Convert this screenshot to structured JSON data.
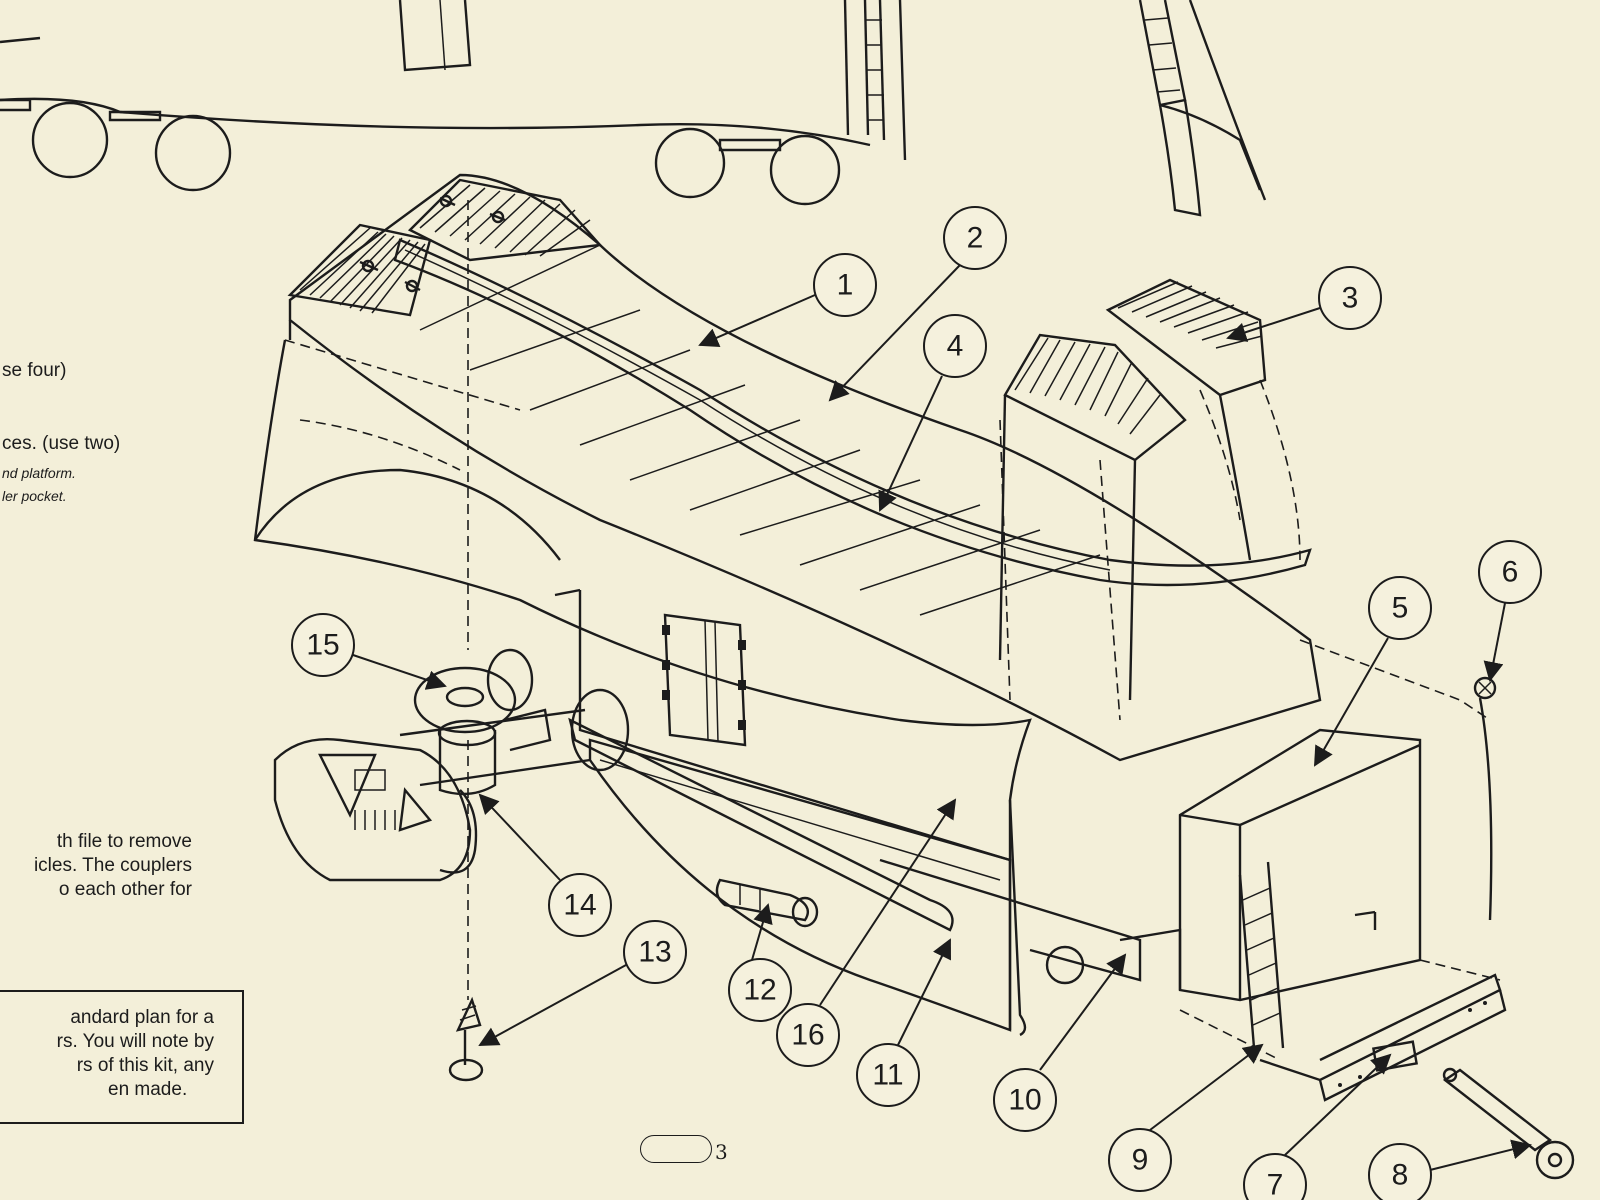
{
  "side_notes": {
    "line1": "se four)",
    "line2": "ces. (use two)",
    "line3": "nd platform.",
    "line4": "ler pocket."
  },
  "paragraph": {
    "line1": "th file to remove",
    "line2": "icles. The couplers",
    "line3": "o each other for"
  },
  "boxed_note": {
    "line1": "andard plan for a",
    "line2": "rs. You will note by",
    "line3": "rs of this kit, any",
    "line4": "en made."
  },
  "page_number": "3",
  "callouts": [
    {
      "label": "1"
    },
    {
      "label": "2"
    },
    {
      "label": "3"
    },
    {
      "label": "4"
    },
    {
      "label": "5"
    },
    {
      "label": "6"
    },
    {
      "label": "7"
    },
    {
      "label": "8"
    },
    {
      "label": "9"
    },
    {
      "label": "10"
    },
    {
      "label": "11"
    },
    {
      "label": "12"
    },
    {
      "label": "13"
    },
    {
      "label": "14"
    },
    {
      "label": "15"
    },
    {
      "label": "16"
    }
  ]
}
